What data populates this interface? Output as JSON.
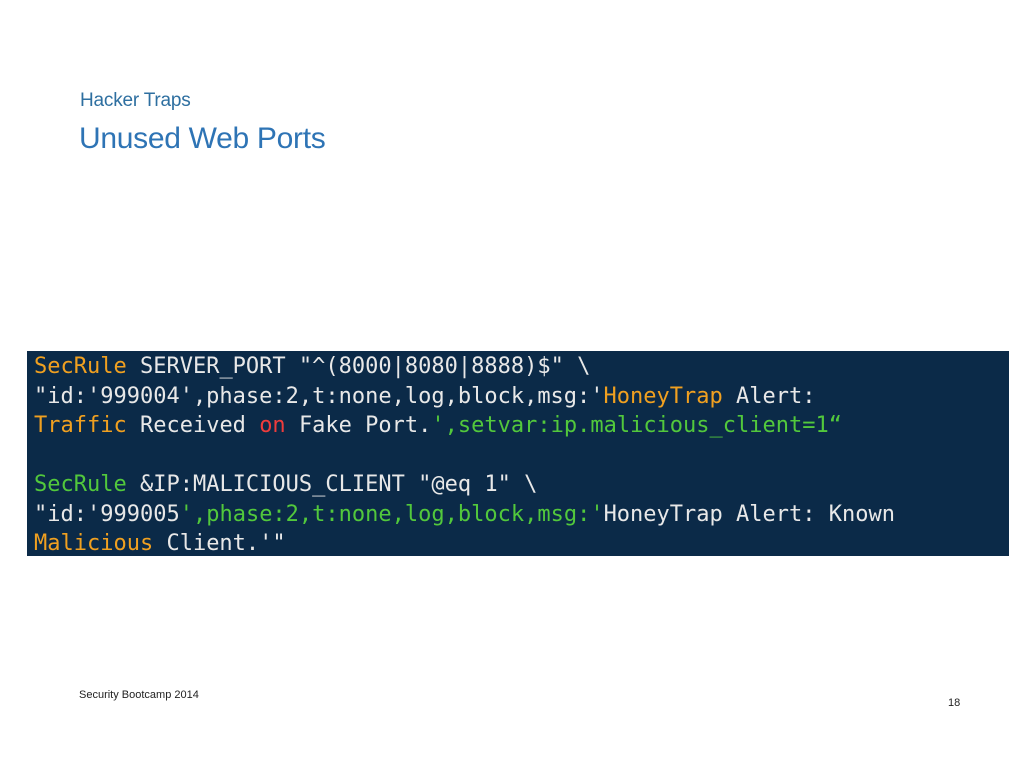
{
  "slide": {
    "subtitle": "Hacker Traps",
    "title": "Unused Web Ports"
  },
  "code": {
    "colors": {
      "background": "#0b2a48",
      "orange": "#f0a020",
      "white": "#e8e8e8",
      "green": "#52c83c",
      "red": "#ee3c3c"
    },
    "lines": [
      [
        {
          "text": "SecRule ",
          "color": "orange"
        },
        {
          "text": "SERVER_PORT ",
          "color": "white"
        },
        {
          "text": "\"^(8000|8080|8888)$\" \\",
          "color": "white"
        }
      ],
      [
        {
          "text": "\"id:'999004',phase:2,t:none,log,block,msg:'",
          "color": "white"
        },
        {
          "text": "HoneyTrap ",
          "color": "orange"
        },
        {
          "text": "Alert:",
          "color": "white"
        }
      ],
      [
        {
          "text": "Traffic ",
          "color": "orange"
        },
        {
          "text": "Received ",
          "color": "white"
        },
        {
          "text": "on ",
          "color": "red"
        },
        {
          "text": "Fake Port.",
          "color": "white"
        },
        {
          "text": "',setvar:ip.malicious_client=1“",
          "color": "green"
        }
      ],
      [],
      [
        {
          "text": "SecRule ",
          "color": "green"
        },
        {
          "text": "&IP:MALICIOUS_CLIENT ",
          "color": "white"
        },
        {
          "text": "\"@eq 1\" \\",
          "color": "white"
        }
      ],
      [
        {
          "text": "\"id:'",
          "color": "white"
        },
        {
          "text": "999005",
          "color": "white"
        },
        {
          "text": "',phase:2,t:none,log,block,msg:'",
          "color": "green"
        },
        {
          "text": "HoneyTrap Alert: Known",
          "color": "white"
        }
      ],
      [
        {
          "text": "Malicious ",
          "color": "orange"
        },
        {
          "text": "Client.",
          "color": "white"
        },
        {
          "text": "'\"",
          "color": "white"
        }
      ]
    ]
  },
  "footer": {
    "left": "Security Bootcamp 2014",
    "page_number": "18"
  }
}
